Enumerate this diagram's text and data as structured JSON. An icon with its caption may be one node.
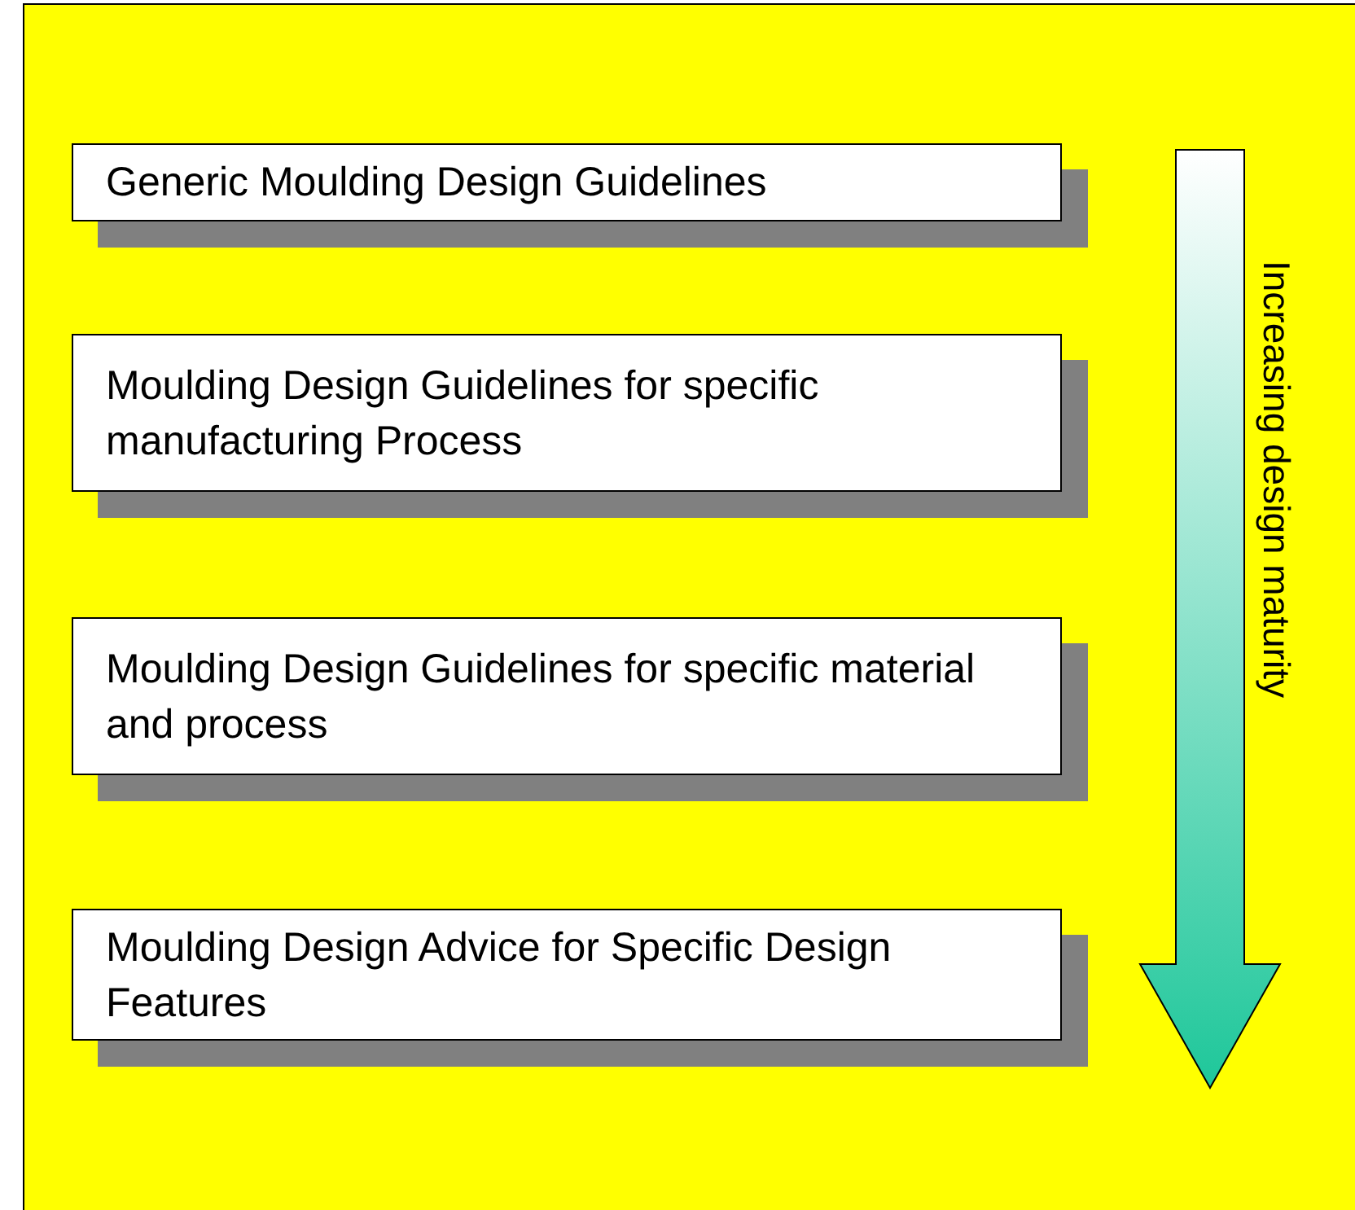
{
  "diagram": {
    "nodes": [
      {
        "text": [
          "Generic Moulding Design Guidelines"
        ]
      },
      {
        "text": [
          "Moulding Design Guidelines for specific manufacturing Process"
        ]
      },
      {
        "text": [
          "Moulding Design Guidelines for specific material and process"
        ]
      },
      {
        "text": [
          "Moulding Design Advice for Specific Design Features"
        ]
      }
    ],
    "labels": [
      "Increasing design maturity"
    ]
  }
}
